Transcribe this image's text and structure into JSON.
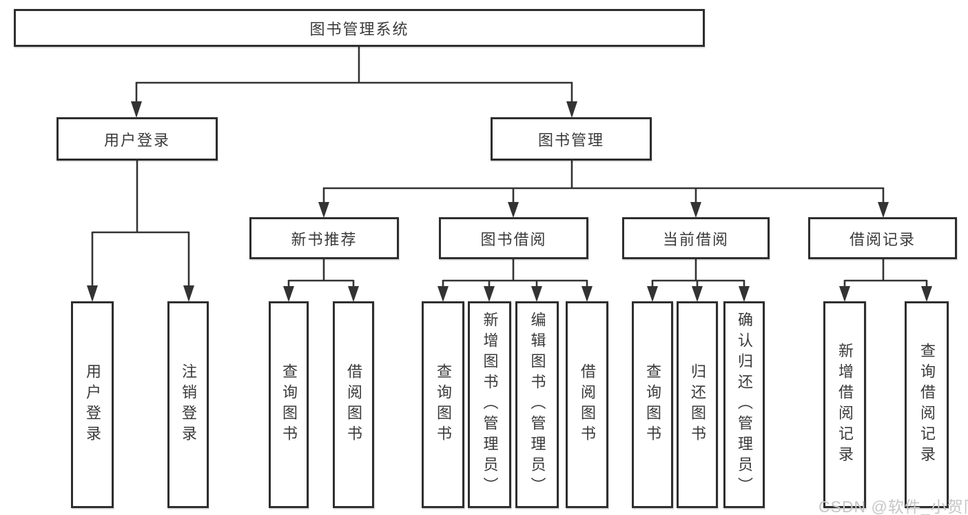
{
  "diagram": {
    "root": {
      "label": "图书管理系统"
    },
    "branches": [
      {
        "label": "用户登录",
        "leaves": [
          {
            "label": "用户登录"
          },
          {
            "label": "注销登录"
          }
        ]
      },
      {
        "label": "图书管理",
        "groups": [
          {
            "label": "新书推荐",
            "leaves": [
              {
                "label": "查询图书"
              },
              {
                "label": "借阅图书"
              }
            ]
          },
          {
            "label": "图书借阅",
            "leaves": [
              {
                "label": "查询图书"
              },
              {
                "label": "新增图书（管理员）"
              },
              {
                "label": "编辑图书（管理员）"
              },
              {
                "label": "借阅图书"
              }
            ]
          },
          {
            "label": "当前借阅",
            "leaves": [
              {
                "label": "查询图书"
              },
              {
                "label": "归还图书"
              },
              {
                "label": "确认归还（管理员）"
              }
            ]
          },
          {
            "label": "借阅记录",
            "leaves": [
              {
                "label": "新增借阅记录"
              },
              {
                "label": "查询借阅记录"
              }
            ]
          }
        ]
      }
    ]
  },
  "watermark": {
    "text": "CSDN @软件_小贺同学"
  },
  "colors": {
    "line": "#333333",
    "box_border": "#2e2e2e",
    "text": "#3a3a3a",
    "watermark": "#c6c6c6",
    "background": "#ffffff"
  }
}
